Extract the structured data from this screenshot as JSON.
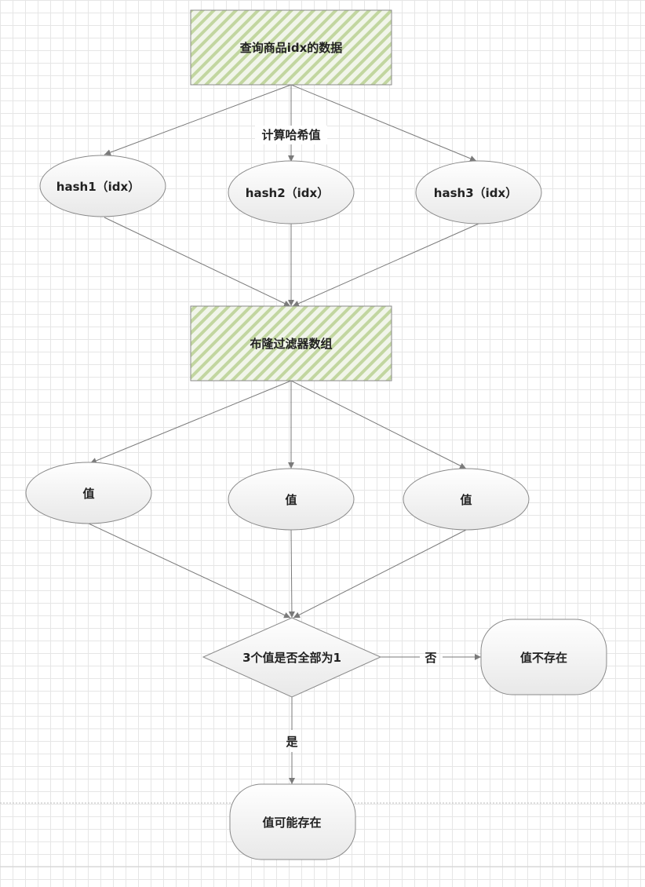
{
  "nodes": {
    "query": {
      "label": "查询商品idx的数据"
    },
    "hash1": {
      "label": "hash1（idx）"
    },
    "hash2": {
      "label": "hash2（idx）"
    },
    "hash3": {
      "label": "hash3（idx）"
    },
    "bloom": {
      "label": "布隆过滤器数组"
    },
    "val1": {
      "label": "值"
    },
    "val2": {
      "label": "值"
    },
    "val3": {
      "label": "值"
    },
    "decision": {
      "label": "3个值是否全部为1"
    },
    "not_exist": {
      "label": "值不存在"
    },
    "maybe_exist": {
      "label": "值可能存在"
    }
  },
  "edges": {
    "compute_hash": "计算哈希值",
    "no": "否",
    "yes": "是"
  },
  "colors": {
    "hatch_fill": "#f1f5ea",
    "hatch_stripe": "#c2d6a0",
    "node_gradient_top": "#ffffff",
    "node_gradient_bottom": "#e8e8e8",
    "connector": "#7a7a7a"
  }
}
